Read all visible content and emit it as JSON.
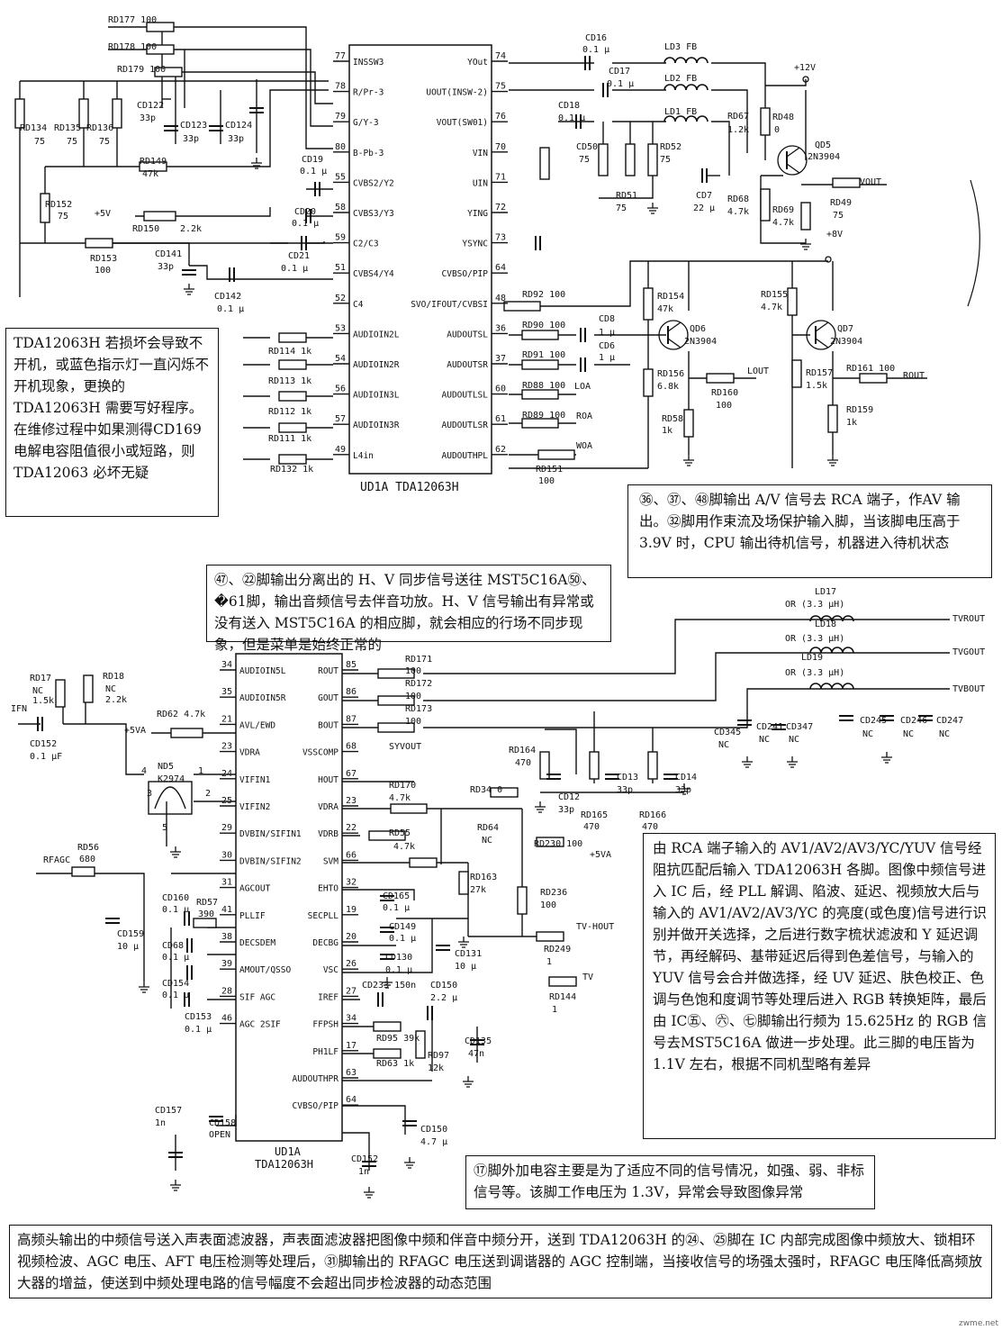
{
  "chip_top": {
    "label": "UD1A TDA12063H",
    "left_pins": [
      [
        "77",
        "INSSW3"
      ],
      [
        "78",
        "R/Pr-3"
      ],
      [
        "79",
        "G/Y-3"
      ],
      [
        "80",
        "B-Pb-3"
      ],
      [
        "55",
        "CVBS2/Y2"
      ],
      [
        "58",
        "CVBS3/Y3"
      ],
      [
        "59",
        "C2/C3"
      ],
      [
        "51",
        "CVBS4/Y4"
      ],
      [
        "52",
        "C4"
      ],
      [
        "53",
        "AUDIOIN2L"
      ],
      [
        "54",
        "AUDIOIN2R"
      ],
      [
        "56",
        "AUDIOIN3L"
      ],
      [
        "57",
        "AUDIOIN3R"
      ],
      [
        "49",
        "L4in"
      ]
    ],
    "right_pins": [
      [
        "74",
        "YOut"
      ],
      [
        "75",
        "UOUT(INSW-2)"
      ],
      [
        "76",
        "VOUT(SW01)"
      ],
      [
        "70",
        "VIN"
      ],
      [
        "71",
        "UIN"
      ],
      [
        "72",
        "YING"
      ],
      [
        "73",
        "YSYNC"
      ],
      [
        "64",
        "CVBSO/PIP"
      ],
      [
        "48",
        "SVO/IFOUT/CVBSI"
      ],
      [
        "36",
        "AUDOUTSL"
      ],
      [
        "37",
        "AUDOUTSR"
      ],
      [
        "60",
        "AUDOUTLSL"
      ],
      [
        "61",
        "AUDOUTLSR"
      ],
      [
        "62",
        "AUDOUTHPL"
      ]
    ]
  },
  "chip_bottom": {
    "label1": "UD1A",
    "label2": "TDA12063H",
    "left_pins": [
      [
        "34",
        "AUDIOIN5L"
      ],
      [
        "35",
        "AUDIOIN5R"
      ],
      [
        "21",
        "AVL/EWD"
      ],
      [
        "23",
        "VDRA"
      ],
      [
        "24",
        "VIFIN1"
      ],
      [
        "25",
        "VIFIN2"
      ],
      [
        "29",
        "DVBIN/SIFIN1"
      ],
      [
        "30",
        "DVBIN/SIFIN2"
      ],
      [
        "31",
        "AGCOUT"
      ],
      [
        "41",
        "PLLIF"
      ],
      [
        "38",
        "DECSDEM"
      ],
      [
        "39",
        "AMOUT/QSSO"
      ],
      [
        "28",
        "SIF AGC"
      ],
      [
        "46",
        "AGC 2SIF"
      ]
    ],
    "right_pins": [
      [
        "85",
        "ROUT"
      ],
      [
        "86",
        "GOUT"
      ],
      [
        "87",
        "BOUT"
      ],
      [
        "68",
        "VSSCOMP"
      ],
      [
        "67",
        "HOUT"
      ],
      [
        "23",
        "VDRA"
      ],
      [
        "22",
        "VDRB"
      ],
      [
        "66",
        "SVM"
      ],
      [
        "32",
        "EHTO"
      ],
      [
        "19",
        "SECPLL"
      ],
      [
        "20",
        "DECBG"
      ],
      [
        "26",
        "VSC"
      ],
      [
        "27",
        "IREF"
      ],
      [
        "34",
        "FFPSH"
      ],
      [
        "17",
        "PH1LF"
      ],
      [
        "63",
        "AUDOUTHPR"
      ],
      [
        "64",
        "CVBSO/PIP"
      ]
    ]
  },
  "labels": [
    [
      "RD177 100",
      120,
      25
    ],
    [
      "RD178 100",
      120,
      55
    ],
    [
      "RD179 100",
      130,
      80
    ],
    [
      "RD134",
      22,
      145
    ],
    [
      "75",
      38,
      160
    ],
    [
      "RD135",
      60,
      145
    ],
    [
      "75",
      74,
      160
    ],
    [
      "RD136",
      96,
      145
    ],
    [
      "75",
      110,
      160
    ],
    [
      "CD122",
      152,
      120
    ],
    [
      "33p",
      155,
      134
    ],
    [
      "CD123",
      200,
      142
    ],
    [
      "33p",
      203,
      157
    ],
    [
      "CD124",
      250,
      142
    ],
    [
      "33p",
      253,
      157
    ],
    [
      "RD149",
      155,
      182
    ],
    [
      "47k",
      158,
      196
    ],
    [
      "RD152",
      50,
      230
    ],
    [
      "75",
      64,
      243
    ],
    [
      "+5V",
      105,
      240
    ],
    [
      "RD150",
      147,
      257
    ],
    [
      "2.2k",
      200,
      257
    ],
    [
      "RD153",
      100,
      290
    ],
    [
      "100",
      105,
      303
    ],
    [
      "CD141",
      172,
      285
    ],
    [
      "33p",
      175,
      299
    ],
    [
      "CD142",
      238,
      332
    ],
    [
      "0.1 μ",
      241,
      346
    ],
    [
      "CD19",
      335,
      180
    ],
    [
      "0.1 μ",
      333,
      193
    ],
    [
      "CD20",
      327,
      238
    ],
    [
      "0.1 μ",
      324,
      251
    ],
    [
      "CD21",
      320,
      287
    ],
    [
      "0.1 μ",
      312,
      301
    ],
    [
      "RD114 1k",
      298,
      393
    ],
    [
      "RD113 1k",
      298,
      426
    ],
    [
      "RD112 1k",
      298,
      460
    ],
    [
      "RD111 1k",
      298,
      490
    ],
    [
      "RD132 1k",
      300,
      524
    ],
    [
      "CD16",
      650,
      45
    ],
    [
      "0.1 μ",
      647,
      58
    ],
    [
      "CD17",
      676,
      82
    ],
    [
      "0.1 μ",
      674,
      96
    ],
    [
      "CD18",
      620,
      120
    ],
    [
      "0.1 μ",
      620,
      134
    ],
    [
      "LD3 FB",
      738,
      55
    ],
    [
      "LD2 FB",
      738,
      90
    ],
    [
      "LD1 FB",
      738,
      127
    ],
    [
      "CD50",
      640,
      166
    ],
    [
      "75",
      643,
      180
    ],
    [
      "RD51",
      684,
      220
    ],
    [
      "75",
      684,
      234
    ],
    [
      "RD52",
      733,
      166
    ],
    [
      "75",
      733,
      180
    ],
    [
      "+12V",
      882,
      78
    ],
    [
      "RD48",
      858,
      133
    ],
    [
      "0",
      860,
      147
    ],
    [
      "RD67",
      808,
      132
    ],
    [
      "1.2k",
      808,
      147
    ],
    [
      "QD5",
      905,
      164
    ],
    [
      "2N3904",
      897,
      177
    ],
    [
      "VOUT",
      955,
      205
    ],
    [
      "RD49",
      922,
      228
    ],
    [
      "75",
      925,
      242
    ],
    [
      "CD7",
      773,
      220
    ],
    [
      "22 μ",
      770,
      234
    ],
    [
      "RD68",
      808,
      224
    ],
    [
      "4.7k",
      808,
      238
    ],
    [
      "RD69",
      858,
      236
    ],
    [
      "4.7k",
      858,
      250
    ],
    [
      "+8V",
      918,
      263
    ],
    [
      "RD92 100",
      580,
      330
    ],
    [
      "RD90 100",
      580,
      364
    ],
    [
      "RD91 100",
      580,
      397
    ],
    [
      "RD88 100",
      580,
      431
    ],
    [
      "RD89 100",
      580,
      464
    ],
    [
      "RD151",
      595,
      524
    ],
    [
      "100",
      598,
      537
    ],
    [
      "CD8",
      665,
      357
    ],
    [
      "1 μ",
      665,
      372
    ],
    [
      "CD6",
      665,
      387
    ],
    [
      "1 μ",
      665,
      400
    ],
    [
      "LOA",
      638,
      432
    ],
    [
      "ROA",
      640,
      465
    ],
    [
      "WOA",
      640,
      498
    ],
    [
      "RD154",
      730,
      332
    ],
    [
      "47k",
      730,
      346
    ],
    [
      "QD6",
      766,
      368
    ],
    [
      "2N3904",
      760,
      382
    ],
    [
      "RD156",
      730,
      418
    ],
    [
      "6.8k",
      730,
      432
    ],
    [
      "RD58",
      735,
      468
    ],
    [
      "1k",
      735,
      481
    ],
    [
      "RD160",
      790,
      439
    ],
    [
      "100",
      795,
      453
    ],
    [
      "LOUT",
      830,
      415
    ],
    [
      "RD155",
      845,
      330
    ],
    [
      "4.7k",
      845,
      344
    ],
    [
      "QD7",
      930,
      368
    ],
    [
      "2N3904",
      922,
      382
    ],
    [
      "RD157",
      895,
      417
    ],
    [
      "1.5k",
      895,
      431
    ],
    [
      "RD161 100",
      940,
      412
    ],
    [
      "ROUT",
      1003,
      420
    ],
    [
      "RD159",
      940,
      458
    ],
    [
      "1k",
      940,
      472
    ],
    [
      "LD17",
      905,
      660
    ],
    [
      "OR (3.3 μH)",
      872,
      674
    ],
    [
      "LD18",
      905,
      696
    ],
    [
      "OR (3.3 μH)",
      872,
      712
    ],
    [
      "LD19",
      890,
      733
    ],
    [
      "OR (3.3 μH)",
      872,
      750
    ],
    [
      "TVROUT",
      1058,
      690
    ],
    [
      "TVGOUT",
      1058,
      727
    ],
    [
      "TVBOUT",
      1058,
      768
    ],
    [
      "CD345",
      793,
      816
    ],
    [
      "NC",
      798,
      830
    ],
    [
      "CD241",
      840,
      810
    ],
    [
      "NC",
      843,
      824
    ],
    [
      "CD347",
      873,
      810
    ],
    [
      "NC",
      876,
      824
    ],
    [
      "CD245",
      955,
      803
    ],
    [
      "NC",
      958,
      818
    ],
    [
      "CD246",
      1000,
      803
    ],
    [
      "NC",
      1003,
      818
    ],
    [
      "CD247",
      1040,
      803
    ],
    [
      "NC",
      1043,
      818
    ],
    [
      "RD17",
      33,
      756
    ],
    [
      "NC",
      36,
      770
    ],
    [
      "1.5k",
      36,
      781
    ],
    [
      "RD18",
      114,
      754
    ],
    [
      "NC",
      117,
      768
    ],
    [
      "2.2k",
      117,
      780
    ],
    [
      "IFN",
      12,
      790
    ],
    [
      "CD152",
      33,
      829
    ],
    [
      "0.1 μF",
      33,
      843
    ],
    [
      "+5VA",
      138,
      814
    ],
    [
      "RD62 4.7k",
      174,
      796
    ],
    [
      "ND5",
      175,
      854
    ],
    [
      "K2974",
      175,
      868
    ],
    [
      "4",
      157,
      859
    ],
    [
      "1",
      220,
      859
    ],
    [
      "3",
      163,
      884
    ],
    [
      "2",
      228,
      884
    ],
    [
      "5",
      180,
      922
    ],
    [
      "RFAGC",
      48,
      958
    ],
    [
      "RD56",
      86,
      944
    ],
    [
      "680",
      88,
      957
    ],
    [
      "CD160",
      180,
      1000
    ],
    [
      "0.1 μ",
      180,
      1013
    ],
    [
      "RD57",
      218,
      1005
    ],
    [
      "390",
      220,
      1018
    ],
    [
      "CD159",
      130,
      1040
    ],
    [
      "10 μ",
      130,
      1054
    ],
    [
      "CD68",
      180,
      1053
    ],
    [
      "0.1 μ",
      180,
      1066
    ],
    [
      "CD154",
      180,
      1095
    ],
    [
      "0.1 μ",
      180,
      1108
    ],
    [
      "CD153",
      205,
      1132
    ],
    [
      "0.1 μ",
      205,
      1146
    ],
    [
      "CD157",
      172,
      1236
    ],
    [
      "1n",
      172,
      1250
    ],
    [
      "CD158",
      232,
      1250
    ],
    [
      "OPEN",
      232,
      1263
    ],
    [
      "RD171",
      450,
      735
    ],
    [
      "100",
      450,
      748
    ],
    [
      "RD172",
      450,
      762
    ],
    [
      "100",
      450,
      776
    ],
    [
      "RD173",
      450,
      790
    ],
    [
      "100",
      450,
      804
    ],
    [
      "SYVOUT",
      432,
      832
    ],
    [
      "RD164",
      565,
      836
    ],
    [
      "470",
      572,
      850
    ],
    [
      "CD12",
      620,
      888
    ],
    [
      "33p",
      620,
      902
    ],
    [
      "RD165",
      645,
      908
    ],
    [
      "470",
      648,
      921
    ],
    [
      "CD13",
      685,
      866
    ],
    [
      "33p",
      685,
      880
    ],
    [
      "RD166",
      710,
      908
    ],
    [
      "470",
      713,
      921
    ],
    [
      "CD14",
      750,
      866
    ],
    [
      "33p",
      750,
      880
    ],
    [
      "RD170",
      432,
      875
    ],
    [
      "4.7k",
      432,
      889
    ],
    [
      "RD34 0",
      522,
      880
    ],
    [
      "RD55",
      432,
      928
    ],
    [
      "4.7k",
      437,
      943
    ],
    [
      "RD64",
      530,
      922
    ],
    [
      "NC",
      535,
      936
    ],
    [
      "RD230 100",
      593,
      940
    ],
    [
      "+5VA",
      655,
      952
    ],
    [
      "RD163",
      522,
      977
    ],
    [
      "27k",
      522,
      991
    ],
    [
      "RD236",
      600,
      994
    ],
    [
      "100",
      600,
      1008
    ],
    [
      "CD165",
      425,
      998
    ],
    [
      "0.1 μ",
      425,
      1011
    ],
    [
      "CD149",
      432,
      1032
    ],
    [
      "0.1 μ",
      432,
      1045
    ],
    [
      "CD130",
      428,
      1066
    ],
    [
      "0.1 μ",
      428,
      1080
    ],
    [
      "CD131",
      505,
      1062
    ],
    [
      "10 μ",
      505,
      1076
    ],
    [
      "TV-HOUT",
      640,
      1032
    ],
    [
      "RD249",
      604,
      1057
    ],
    [
      "1",
      607,
      1071
    ],
    [
      "TV",
      647,
      1088
    ],
    [
      "RD144",
      610,
      1110
    ],
    [
      "1",
      613,
      1124
    ],
    [
      "CD233 150n",
      402,
      1097
    ],
    [
      "CD150",
      478,
      1097
    ],
    [
      "2.2 μ",
      478,
      1111
    ],
    [
      "RD95 39k",
      418,
      1156
    ],
    [
      "RD63 1k",
      418,
      1184
    ],
    [
      "CD135",
      516,
      1159
    ],
    [
      "47n",
      520,
      1173
    ],
    [
      "RD97",
      475,
      1175
    ],
    [
      "12k",
      475,
      1189
    ],
    [
      "CD150",
      467,
      1257
    ],
    [
      "4.7 μ",
      467,
      1271
    ],
    [
      "CD152",
      390,
      1290
    ],
    [
      "1n",
      398,
      1304
    ]
  ],
  "notes": {
    "n1": "TDA12063H 若损坏会导致不开机，或蓝色指示灯一直闪烁不开机现象，更换的TDA12063H 需要写好程序。在维修过程中如果测得CD169 电解电容阻值很小或短路，则 TDA12063 必坏无疑",
    "n2": "㊱、㊲、㊽脚输出 A/V 信号去 RCA 端子，作AV 输出。㉜脚用作束流及场保护输入脚，当该脚电压高于 3.9V 时，CPU 输出待机信号，机器进入待机状态",
    "n3": "㊼、㉒脚输出分离出的 H、V 同步信号送往 MST5C16A㊿、�61脚，输出音频信号去伴音功放。H、V 信号输出有异常或没有送入 MST5C16A 的相应脚，就会相应的行场不同步现象，但是菜单是始终正常的",
    "n4": "由 RCA 端子输入的 AV1/AV2/AV3/YC/YUV 信号经阻抗匹配后输入 TDA12063H 各脚。图像中频信号进入 IC 后，经 PLL 解调、陷波、延迟、视频放大后与输入的 AV1/AV2/AV3/YC 的亮度(或色度)信号进行识别并做开关选择，之后进行数字梳状滤波和 Y 延迟调节，再经解码、基带延迟后得到色差信号，与输入的 YUV 信号会合并做选择，经 UV 延迟、肤色校正、色调与色饱和度调节等处理后进入 RGB 转换矩阵，最后由 IC㊄、㊅、㊆脚输出行频为 15.625Hz 的 RGB 信号去MST5C16A 做进一步处理。此三脚的电压皆为 1.1V 左右，根据不同机型略有差异",
    "n5": "⑰脚外加电容主要是为了适应不同的信号情况，如强、弱、非标信号等。该脚工作电压为 1.3V，异常会导致图像异常",
    "n6": "高频头输出的中频信号送入声表面滤波器，声表面滤波器把图像中频和伴音中频分开，送到 TDA12063H 的㉔、㉕脚在 IC 内部完成图像中频放大、锁相环视频检波、AGC 电压、AFT 电压检测等处理后，㉛脚输出的 RFAGC 电压送到调谐器的 AGC 控制端，当接收信号的场强太强时，RFAGC 电压降低高频放大器的增益，使送到中频处理电路的信号幅度不会超出同步检波器的动态范围"
  },
  "credit": "zwme.net"
}
